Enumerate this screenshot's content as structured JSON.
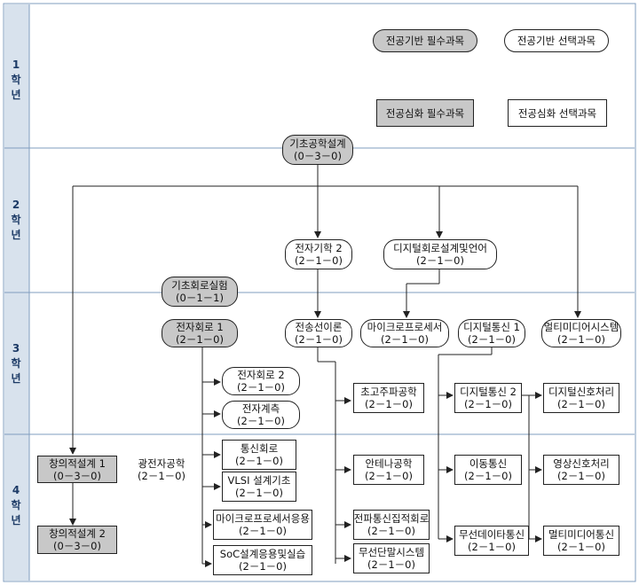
{
  "colors": {
    "sidebar": "#d8e2ed",
    "required_fill": "#c8c8c8",
    "optional_fill": "#ffffff",
    "line": "#222222",
    "divider": "#7f9cbf"
  },
  "years": [
    {
      "lines": [
        "1",
        "학",
        "년"
      ]
    },
    {
      "lines": [
        "2",
        "학",
        "년"
      ]
    },
    {
      "lines": [
        "3",
        "학",
        "년"
      ]
    },
    {
      "lines": [
        "4",
        "학",
        "년"
      ]
    }
  ],
  "legend": {
    "basic_required": "전공기반 필수과목",
    "basic_optional": "전공기반 선택과목",
    "advanced_required": "전공심화 필수과목",
    "advanced_optional": "전공심화 선택과목"
  },
  "courses": {
    "basic_design": {
      "name": "기초공학설계",
      "credits": "(0－3－0)"
    },
    "electromagnetics2": {
      "name": "전자기학 2",
      "credits": "(2－1－0)"
    },
    "digital_logic": {
      "name": "디지털회로설계및언어",
      "credits": "(2－1－0)"
    },
    "basic_circuit_lab": {
      "name": "기초회로실험",
      "credits": "(0－1－1)"
    },
    "electronic_circuit1": {
      "name": "전자회로 1",
      "credits": "(2－1－0)"
    },
    "transmission": {
      "name": "전송선이론",
      "credits": "(2－1－0)"
    },
    "microprocessor": {
      "name": "마이크로프로세서",
      "credits": "(2－1－0)"
    },
    "digital_comm1": {
      "name": "디지털통신 1",
      "credits": "(2－1－0)"
    },
    "multimedia_sys": {
      "name": "멀티미디어시스템",
      "credits": "(2－1－0)"
    },
    "electronic_circuit2": {
      "name": "전자회로 2",
      "credits": "(2－1－0)"
    },
    "instrumentation": {
      "name": "전자계측",
      "credits": "(2－1－0)"
    },
    "microwave": {
      "name": "초고주파공학",
      "credits": "(2－1－0)"
    },
    "digital_comm2": {
      "name": "디지털통신 2",
      "credits": "(2－1－0)"
    },
    "dsp": {
      "name": "디지털신호처리",
      "credits": "(2－1－0)"
    },
    "creative_design1": {
      "name": "창의적설계 1",
      "credits": "(0－3－0)"
    },
    "photonics": {
      "name": "광전자공학",
      "credits": "(2－1－0)"
    },
    "comm_circuit": {
      "name": "통신회로",
      "credits": "(2－1－0)"
    },
    "vlsi": {
      "name": "VLSI 설계기초",
      "credits": "(2－1－0)"
    },
    "antenna": {
      "name": "안테나공학",
      "credits": "(2－1－0)"
    },
    "mobile_comm": {
      "name": "이동통신",
      "credits": "(2－1－0)"
    },
    "image_proc": {
      "name": "영상신호처리",
      "credits": "(2－1－0)"
    },
    "micro_app": {
      "name": "마이크로프로세서응용",
      "credits": "(2－1－0)"
    },
    "rf_ic": {
      "name": "전파통신집적회로",
      "credits": "(2－1－0)"
    },
    "wireless_data": {
      "name": "무선데이타통신",
      "credits": "(2－1－0)"
    },
    "multimedia_comm": {
      "name": "멀티미디어통신",
      "credits": "(2－1－0)"
    },
    "creative_design2": {
      "name": "창의적설계 2",
      "credits": "(0－3－0)"
    },
    "soc": {
      "name": "SoC설계응용및실습",
      "credits": "(2－1－0)"
    },
    "wireless_terminal": {
      "name": "무선단말시스템",
      "credits": "(2－1－0)"
    }
  }
}
